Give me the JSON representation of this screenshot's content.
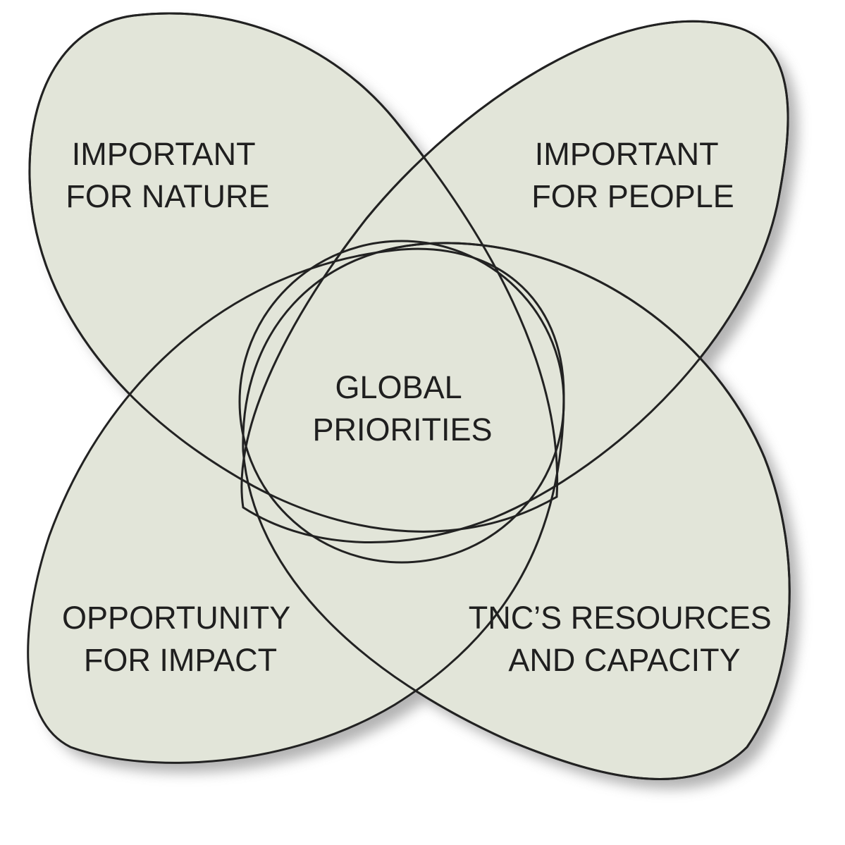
{
  "diagram": {
    "petals": {
      "top_left": [
        "IMPORTANT",
        "FOR NATURE"
      ],
      "top_right": [
        "IMPORTANT",
        "FOR PEOPLE"
      ],
      "bottom_left": [
        "OPPORTUNITY",
        "FOR IMPACT"
      ],
      "bottom_right": [
        "TNC’S RESOURCES",
        "AND CAPACITY"
      ]
    },
    "center": [
      "GLOBAL",
      "PRIORITIES"
    ],
    "colors": {
      "fill": "#e2e5d9",
      "stroke": "#222222",
      "shadow": "#9a9a9a"
    }
  }
}
